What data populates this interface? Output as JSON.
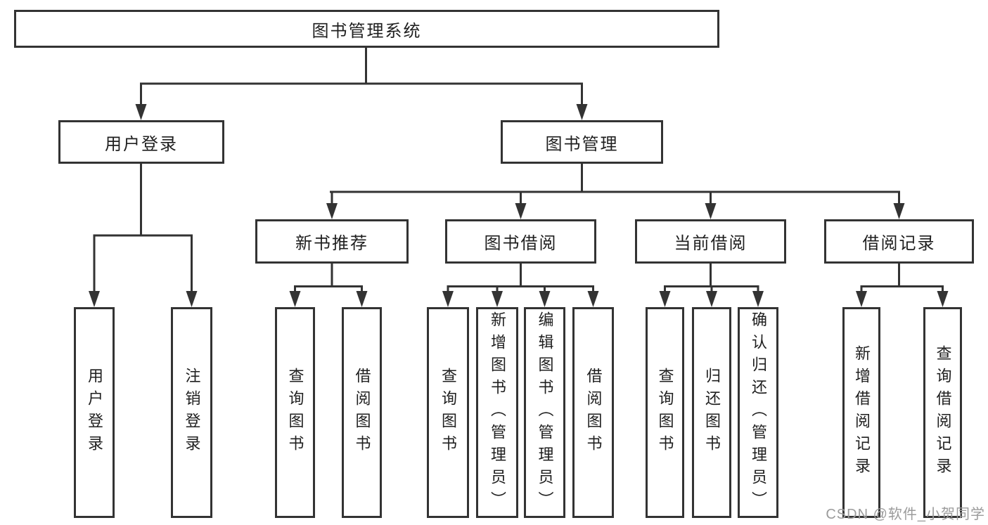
{
  "diagram": {
    "root_label": "图书管理系统",
    "branches": {
      "user_login": "用户登录",
      "book_management": "图书管理"
    },
    "modules": {
      "new_book_recommend": "新书推荐",
      "book_borrow": "图书借阅",
      "current_borrow": "当前借阅",
      "borrow_records": "借阅记录"
    },
    "functions": {
      "user_login": "用户登录",
      "logout": "注销登录",
      "rec_query_book": "查询图书",
      "rec_borrow_book": "借阅图书",
      "bb_query_book": "查询图书",
      "bb_add_book": "新增图书（管理员）",
      "bb_edit_book": "编辑图书（管理员）",
      "bb_borrow_book": "借阅图书",
      "cb_query_book": "查询图书",
      "cb_return_book": "归还图书",
      "cb_confirm_return": "确认归还（管理员）",
      "br_add_record": "新增借阅记录",
      "br_query_record": "查询借阅记录"
    }
  },
  "watermark": {
    "text": "CSDN @软件_小贺同学"
  },
  "colors": {
    "line": "#333333",
    "text": "#1f1f1f",
    "box_background": "#ffffff",
    "watermark": "#9b9b9b",
    "page_background": "#ffffff"
  }
}
